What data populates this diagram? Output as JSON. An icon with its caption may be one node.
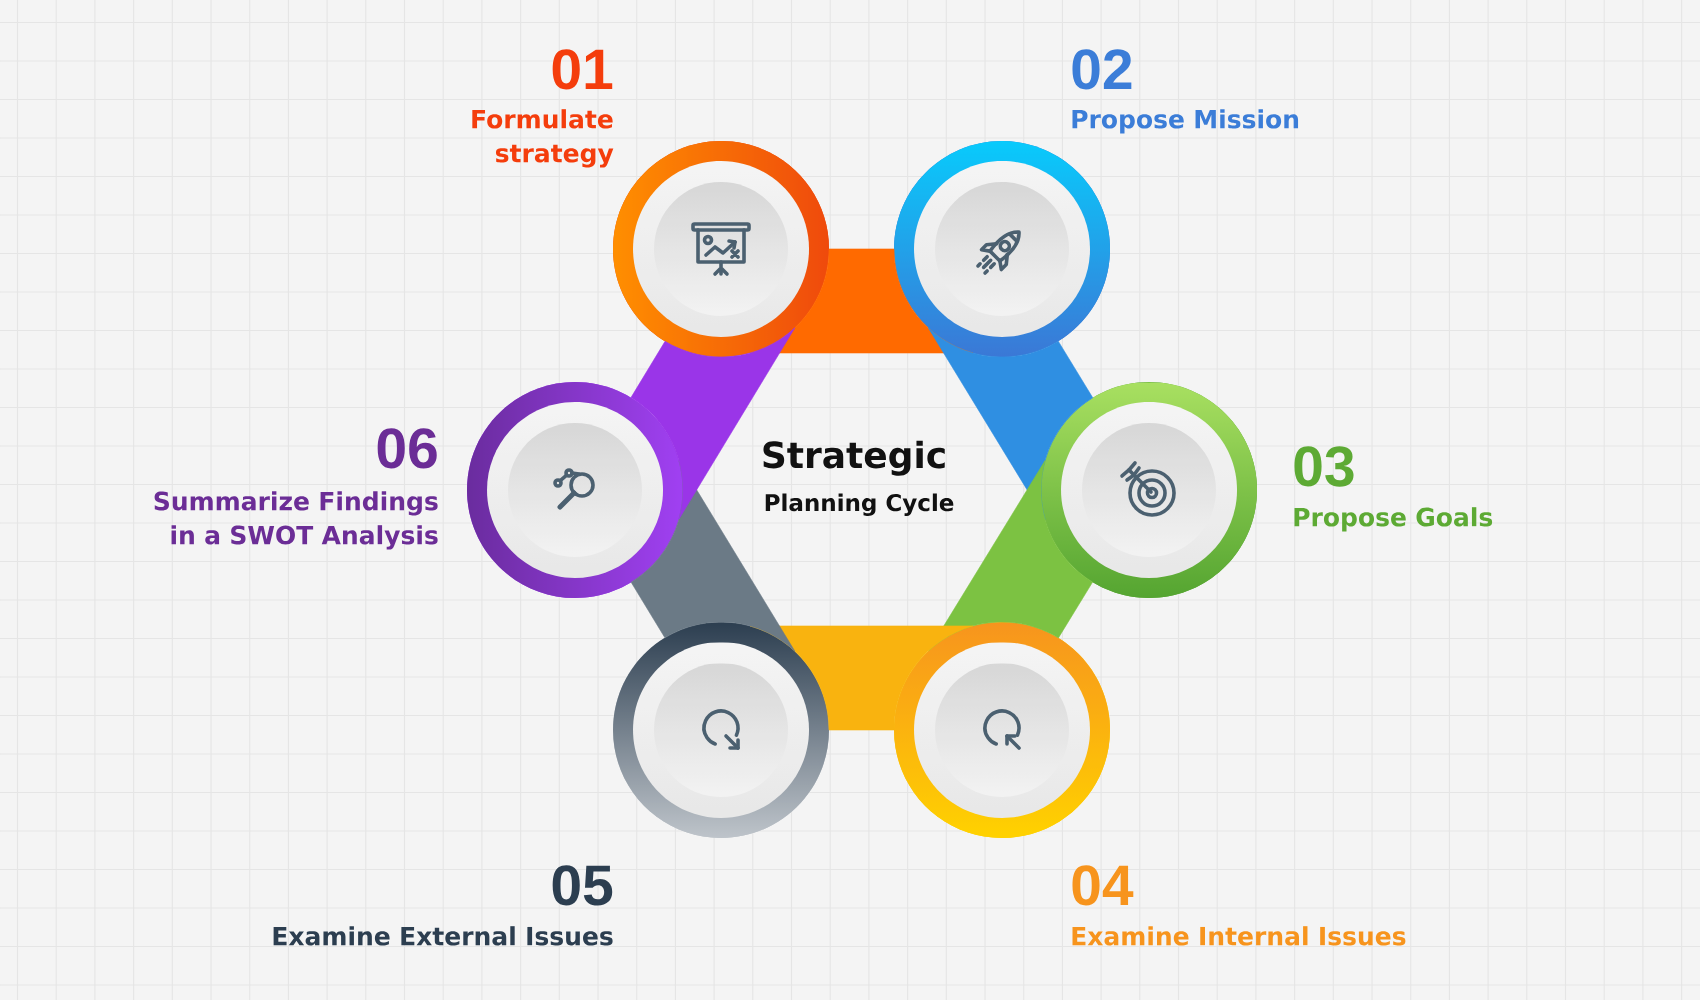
{
  "diagram": {
    "nodes": [
      {
        "text": [],
        "shape": "circle",
        "beside": [
          "01",
          "Formulate strategy"
        ]
      },
      {
        "text": [],
        "shape": "circle",
        "beside": [
          "02",
          "Propose Mission"
        ]
      },
      {
        "text": [],
        "shape": "circle",
        "beside": [
          "03",
          "Propose Goals"
        ]
      },
      {
        "text": [],
        "shape": "circle",
        "beside": [
          "04",
          "Examine Internal Issues"
        ]
      },
      {
        "text": [],
        "shape": "circle",
        "beside": [
          "05",
          "Examine External Issues"
        ]
      },
      {
        "text": [],
        "shape": "circle",
        "beside": [
          "06",
          "Summarize Findings in a SWOT Analysis"
        ]
      }
    ],
    "edges": [
      {
        "from": 0,
        "to": 1,
        "arrow": "none",
        "color": "#ff6a00"
      },
      {
        "from": 1,
        "to": 2,
        "arrow": "none",
        "color": "#2f8fe2"
      },
      {
        "from": 2,
        "to": 3,
        "arrow": "none",
        "color": "#7cc242"
      },
      {
        "from": 3,
        "to": 4,
        "arrow": "none",
        "color": "#f9b30f"
      },
      {
        "from": 4,
        "to": 5,
        "arrow": "none",
        "color": "#6b7a86"
      },
      {
        "from": 5,
        "to": 0,
        "arrow": "none",
        "color": "#9a35e8"
      }
    ],
    "labels": [
      "Strategic",
      "Planning Cycle"
    ]
  }
}
